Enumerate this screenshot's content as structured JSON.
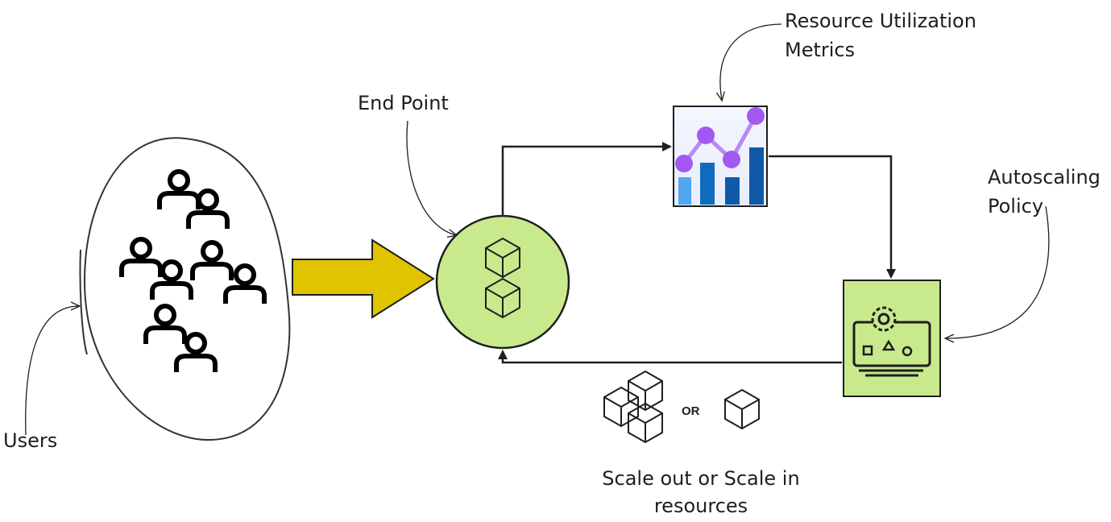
{
  "labels": {
    "users": "Users",
    "end_point": "End Point",
    "resource_metrics_line1": "Resource Utilization",
    "resource_metrics_line2": "Metrics",
    "autoscaling_line1": "Autoscaling",
    "autoscaling_line2": "Policy",
    "or": "OR",
    "scale_line1": "Scale out or Scale in",
    "scale_line2": "resources"
  },
  "icons": {
    "users_group": "users-icon",
    "endpoint": "cubes-icon",
    "metrics": "chart-icon",
    "policy": "gear-shapes-icon",
    "scale_out": "multiple-cubes-icon",
    "scale_in": "single-cube-icon"
  },
  "colors": {
    "node_fill": "#c9e98d",
    "big_arrow": "#e0c400",
    "stroke": "#1e1e1e",
    "chart_bar": "#1a73c8",
    "chart_line": "#a259f2"
  }
}
